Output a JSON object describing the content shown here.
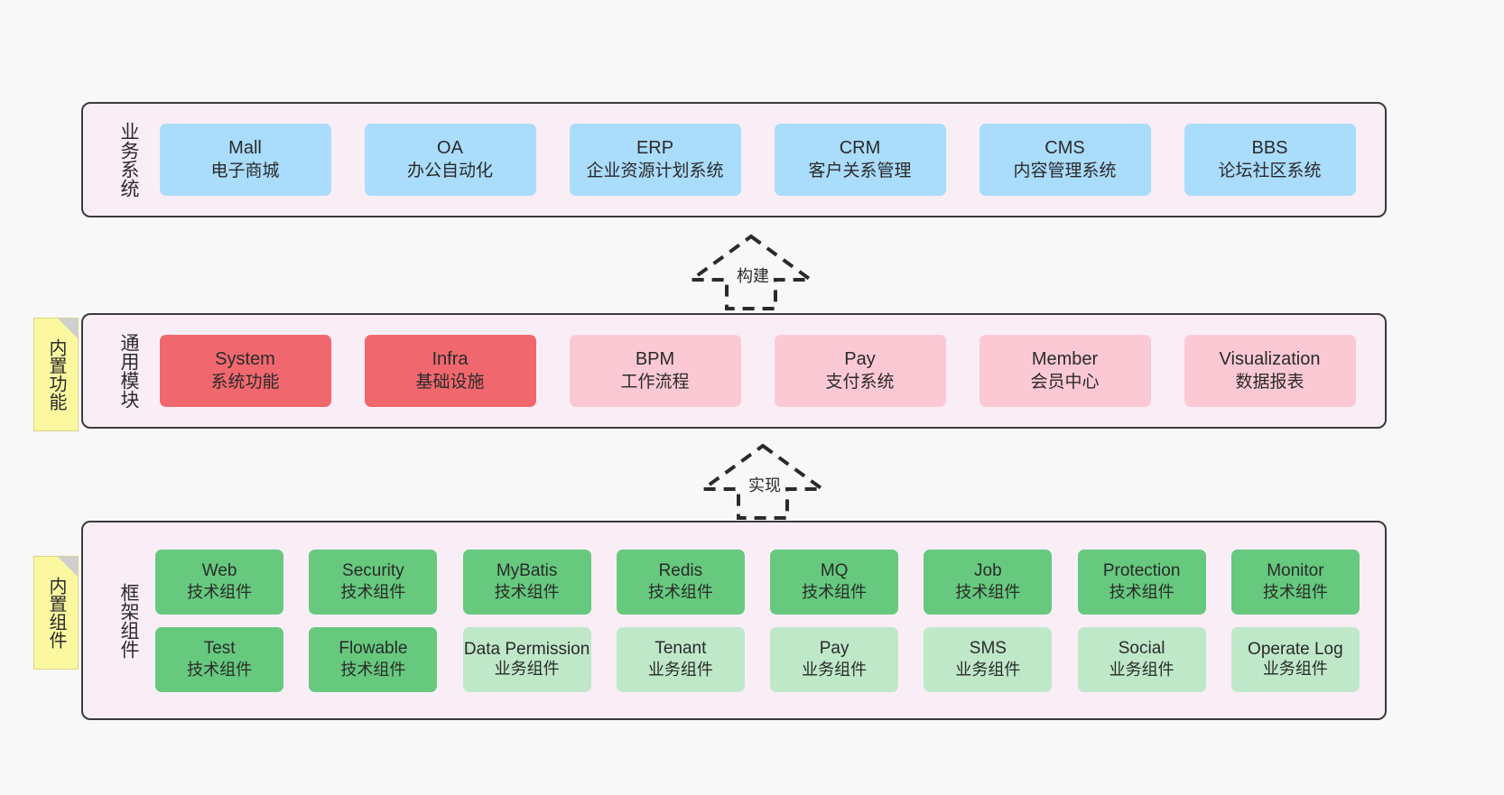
{
  "diagram": {
    "background": "#f8f8f8",
    "colors": {
      "panel": "#faeef6",
      "panel_border": "#3a3a3a",
      "business_box": "#aadcfb",
      "module_core": "#f0686e",
      "module_plain": "#fbc9d4",
      "tech_component": "#66c97e",
      "biz_component": "#bfe8c9",
      "side_tab": "#fbf8a0"
    }
  },
  "layers": {
    "business": {
      "title": "业务系统",
      "items": [
        {
          "name": "Mall",
          "desc": "电子商城"
        },
        {
          "name": "OA",
          "desc": "办公自动化"
        },
        {
          "name": "ERP",
          "desc": "企业资源计划系统"
        },
        {
          "name": "CRM",
          "desc": "客户关系管理"
        },
        {
          "name": "CMS",
          "desc": "内容管理系统"
        },
        {
          "name": "BBS",
          "desc": "论坛社区系统"
        }
      ]
    },
    "modules": {
      "title": "通用模块",
      "side_tab": "内置功能",
      "items": [
        {
          "name": "System",
          "desc": "系统功能",
          "variant": "core"
        },
        {
          "name": "Infra",
          "desc": "基础设施",
          "variant": "core"
        },
        {
          "name": "BPM",
          "desc": "工作流程",
          "variant": "plain"
        },
        {
          "name": "Pay",
          "desc": "支付系统",
          "variant": "plain"
        },
        {
          "name": "Member",
          "desc": "会员中心",
          "variant": "plain"
        },
        {
          "name": "Visualization",
          "desc": "数据报表",
          "variant": "plain"
        }
      ]
    },
    "framework": {
      "title": "框架组件",
      "side_tab": "内置组件",
      "row1": [
        {
          "name": "Web",
          "desc": "技术组件",
          "variant": "tech"
        },
        {
          "name": "Security",
          "desc": "技术组件",
          "variant": "tech"
        },
        {
          "name": "MyBatis",
          "desc": "技术组件",
          "variant": "tech"
        },
        {
          "name": "Redis",
          "desc": "技术组件",
          "variant": "tech"
        },
        {
          "name": "MQ",
          "desc": "技术组件",
          "variant": "tech"
        },
        {
          "name": "Job",
          "desc": "技术组件",
          "variant": "tech"
        },
        {
          "name": "Protection",
          "desc": "技术组件",
          "variant": "tech"
        },
        {
          "name": "Monitor",
          "desc": "技术组件",
          "variant": "tech"
        }
      ],
      "row2": [
        {
          "name": "Test",
          "desc": "技术组件",
          "variant": "tech"
        },
        {
          "name": "Flowable",
          "desc": "技术组件",
          "variant": "tech"
        },
        {
          "name": "Data Permission",
          "desc": "业务组件",
          "variant": "biz"
        },
        {
          "name": "Tenant",
          "desc": "业务组件",
          "variant": "biz"
        },
        {
          "name": "Pay",
          "desc": "业务组件",
          "variant": "biz"
        },
        {
          "name": "SMS",
          "desc": "业务组件",
          "variant": "biz"
        },
        {
          "name": "Social",
          "desc": "业务组件",
          "variant": "biz"
        },
        {
          "name": "Operate Log",
          "desc": "业务组件",
          "variant": "biz"
        }
      ]
    }
  },
  "arrows": [
    {
      "id": "build",
      "label": "构建",
      "direction": "up",
      "style": "dashed-hollow"
    },
    {
      "id": "realize",
      "label": "实现",
      "direction": "up",
      "style": "dashed-hollow"
    }
  ]
}
